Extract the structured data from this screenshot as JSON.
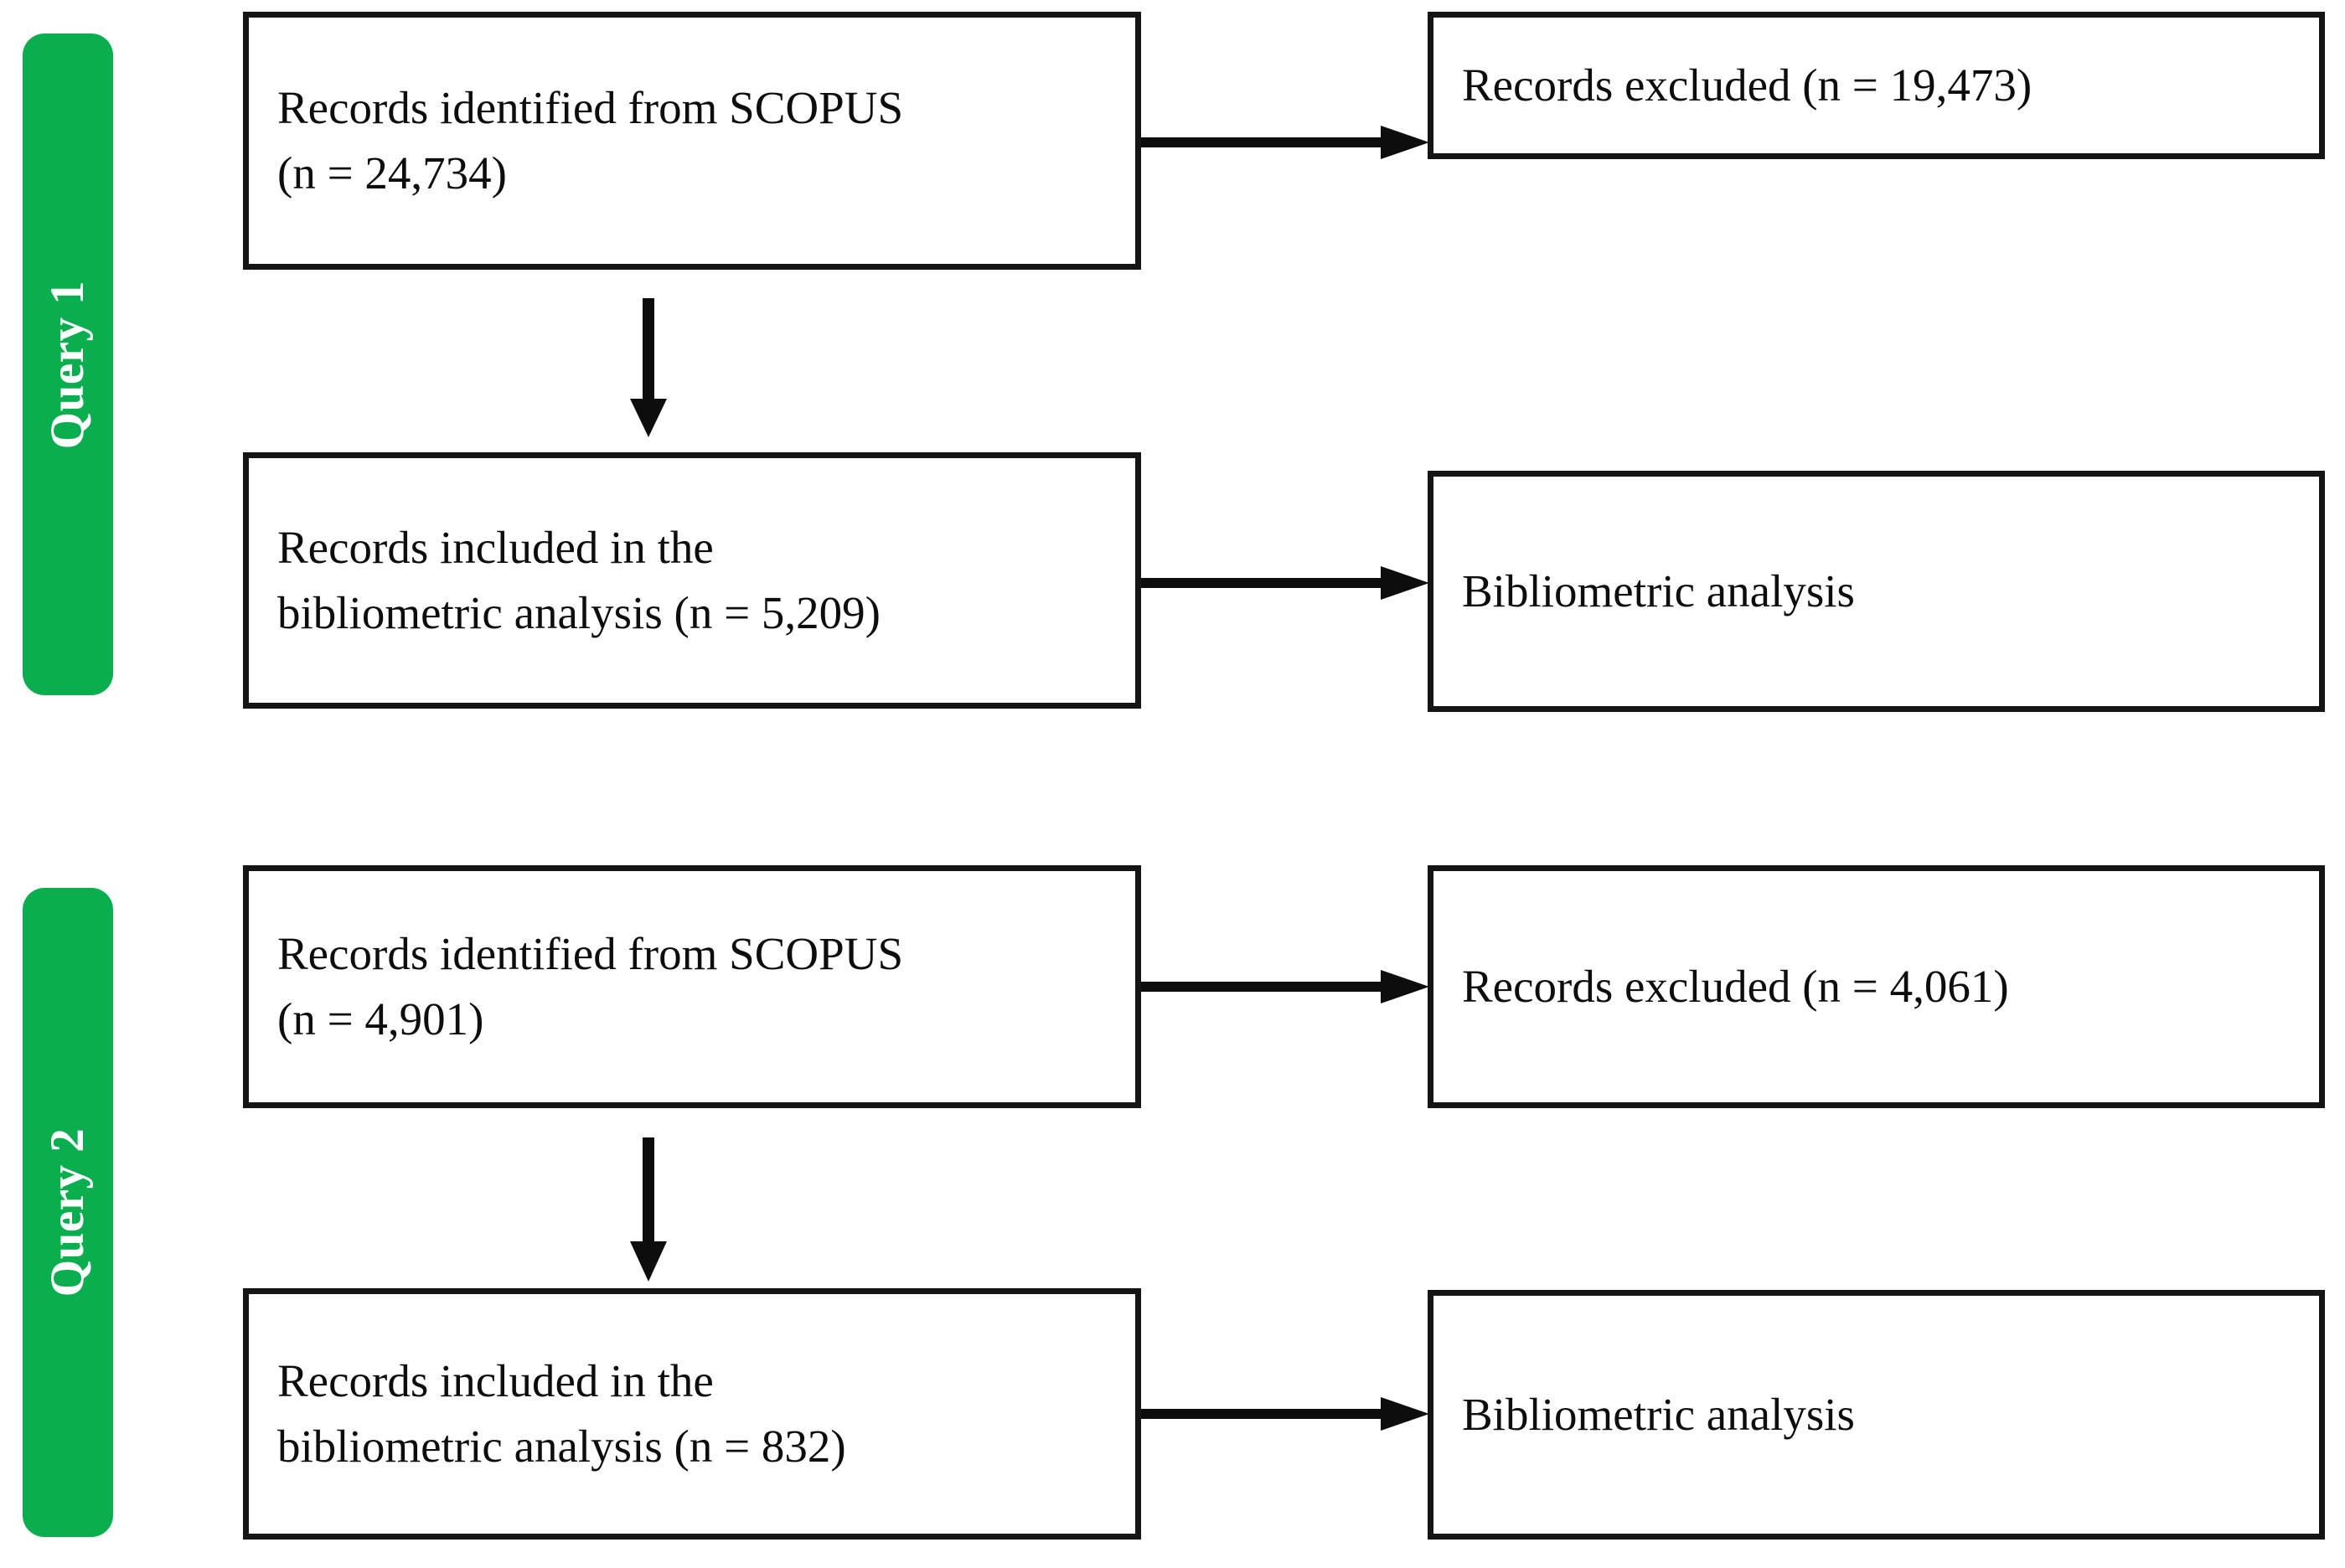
{
  "figure": {
    "type": "prisma-flow-diagram",
    "accent_color": "#0AAE4F",
    "box_border_color": "#151515",
    "text_color": "#0D0D0D",
    "background_color": "#FFFFFF"
  },
  "bands": [
    {
      "label": "Query 1"
    },
    {
      "label": "Query 2"
    }
  ],
  "rows": [
    {
      "band": "Query 1",
      "source_box": "Records identified from SCOPUS\n(n = 24,734)",
      "target_box": "Records excluded (n = 19,473)",
      "arrow": "arrow-right"
    },
    {
      "band": "Query 1",
      "source_box": "Records included in the\nbibliometric analysis (n = 5,209)",
      "target_box": "Bibliometric analysis",
      "arrow": "arrow-right"
    },
    {
      "band": "Query 2",
      "source_box": "Records identified from SCOPUS\n(n = 4,901)",
      "target_box": "Records excluded (n = 4,061)",
      "arrow": "arrow-right"
    },
    {
      "band": "Query 2",
      "source_box": "Records included in the\nbibliometric analysis (n = 832)",
      "target_box": "Bibliometric analysis",
      "arrow": "arrow-right"
    }
  ],
  "vertical_arrows": [
    {
      "from_row": 0,
      "to_row": 1,
      "icon": "arrow-down-icon"
    },
    {
      "from_row": 2,
      "to_row": 3,
      "icon": "arrow-down-icon"
    }
  ],
  "counts": {
    "query1_identified": "24,734",
    "query1_excluded": "19,473",
    "query1_included": "5,209",
    "query2_identified": "4,901",
    "query2_excluded": "4,061",
    "query2_included": "832"
  }
}
